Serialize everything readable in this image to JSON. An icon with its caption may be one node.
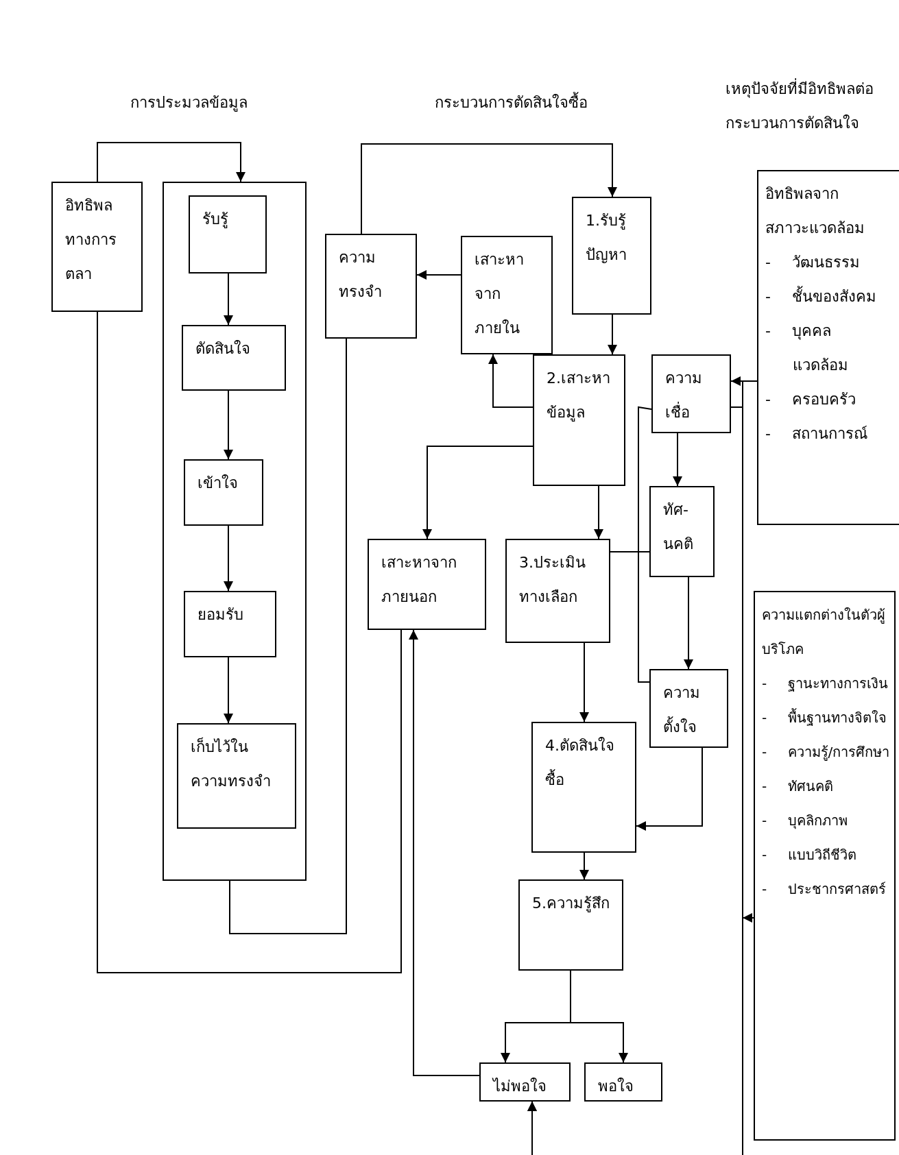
{
  "diagram": {
    "nodes": [
      {
        "text": [
          "อิทธิพลทางการตลา"
        ]
      },
      {
        "text": [],
        "shape": "box"
      },
      {
        "text": [
          "รับรู้"
        ],
        "in": 1
      },
      {
        "text": [
          "ตัดสินใจ"
        ],
        "in": 1
      },
      {
        "text": [
          "เข้าใจ"
        ],
        "in": 1
      },
      {
        "text": [
          "ยอมรับ"
        ],
        "in": 1
      },
      {
        "text": [
          "เก็บไว้ในความทรงจำ"
        ],
        "in": 1
      },
      {
        "text": [
          "ความทรงจำ"
        ]
      },
      {
        "text": [
          "เสาะหาจากภายใน"
        ]
      },
      {
        "text": [
          "1.รับรู้ปัญหา"
        ]
      },
      {
        "text": [
          "2.เสาะหาข้อมูล"
        ]
      },
      {
        "text": [
          "ความเชื่อ"
        ]
      },
      {
        "text": [
          "อิทธิพลจากสภาวะแวดล้อม",
          "- วัฒนธรรม",
          "- ชั้นของสังคม",
          "- บุคคลแวดล้อม",
          "- ครอบครัว",
          "- สถานการณ์"
        ]
      },
      {
        "text": [
          "ทัศ-นคติ"
        ]
      },
      {
        "text": [
          "เสาะหาจากภายนอก"
        ]
      },
      {
        "text": [
          "3.ประเมินทางเลือก"
        ]
      },
      {
        "text": [
          "ความแตกต่างในตัวผู้บริโภค",
          "- ฐานะทางการเงิน",
          "- พื้นฐานทางจิตใจ",
          "- ความรู้/การศึกษา",
          "- ทัศนคติ",
          "- บุคลิกภาพ",
          "- แบบวิถีชีวิต",
          "- ประชากรศาสตร์"
        ]
      },
      {
        "text": [
          "ความตั้งใจ"
        ]
      },
      {
        "text": [
          "4.ตัดสินใจซื้อ"
        ]
      },
      {
        "text": [
          "5.ความรู้สึก"
        ]
      },
      {
        "text": [
          "ไม่พอใจ"
        ]
      },
      {
        "text": [
          "พอใจ"
        ]
      }
    ],
    "edges": [
      {
        "from": 0,
        "to": 1,
        "arrow": "to"
      },
      {
        "from": 2,
        "to": 3,
        "arrow": "to"
      },
      {
        "from": 3,
        "to": 4,
        "arrow": "to"
      },
      {
        "from": 4,
        "to": 5,
        "arrow": "to"
      },
      {
        "from": 5,
        "to": 6,
        "arrow": "to"
      },
      {
        "from": 1,
        "to": 7,
        "arrow": "none"
      },
      {
        "from": 0,
        "to": 14,
        "arrow": "none"
      },
      {
        "from": 7,
        "to": 9,
        "arrow": "to"
      },
      {
        "from": 8,
        "to": 7,
        "arrow": "to"
      },
      {
        "from": 9,
        "to": 10,
        "arrow": "to"
      },
      {
        "from": 10,
        "to": 8,
        "arrow": "to"
      },
      {
        "from": 10,
        "to": 14,
        "arrow": "to"
      },
      {
        "from": 10,
        "to": 15,
        "arrow": "to"
      },
      {
        "from": 11,
        "to": 13,
        "arrow": "to"
      },
      {
        "from": 12,
        "to": 11,
        "arrow": "to"
      },
      {
        "from": 11,
        "to": 20,
        "arrow": "to"
      },
      {
        "from": 16,
        "to": 20,
        "arrow": "to"
      },
      {
        "from": 11,
        "to": 17,
        "arrow": "none"
      },
      {
        "from": 13,
        "to": 17,
        "arrow": "to"
      },
      {
        "from": 15,
        "to": 13,
        "arrow": "none"
      },
      {
        "from": 15,
        "to": 18,
        "arrow": "to"
      },
      {
        "from": 17,
        "to": 18,
        "arrow": "to"
      },
      {
        "from": 18,
        "to": 19,
        "arrow": "to"
      },
      {
        "from": 19,
        "to": 20,
        "arrow": "to"
      },
      {
        "from": 19,
        "to": 21,
        "arrow": "to"
      },
      {
        "from": 20,
        "to": 14,
        "arrow": "to"
      }
    ],
    "labels": [
      "การประมวลข้อมูล",
      "กระบวนการตัดสินใจซื้อ",
      "เหตุปัจจัยที่มีอิทธิพลต่อกระบวนการตัดสินใจ"
    ]
  }
}
